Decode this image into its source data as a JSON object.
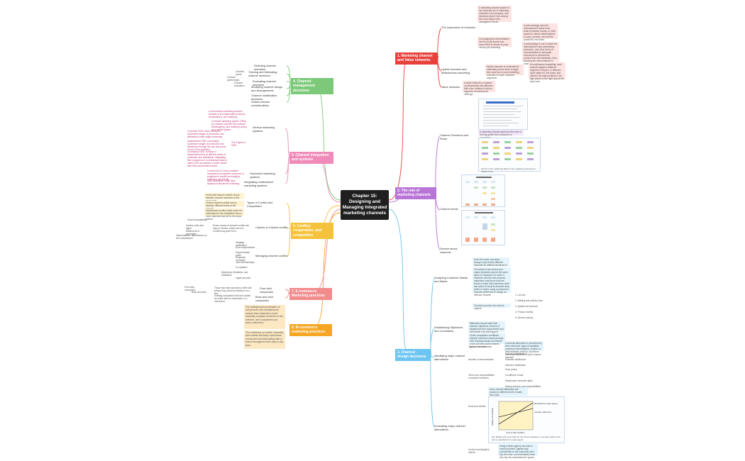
{
  "central": {
    "title": "Chapter 15: Designing and Managing Integrated marketing channels"
  },
  "colors": {
    "red": "#e8413c",
    "purple": "#b874d6",
    "blue": "#6cc4f0",
    "green": "#7dc97a",
    "pink": "#f08ab8",
    "yellow": "#f5c33b",
    "salmon": "#f28b8b",
    "orange": "#f5a623"
  },
  "branches": {
    "b1": {
      "label": "1. Marketing channel and Value networks",
      "subs": [
        "The importance of channels",
        "Hybrid channels and Multichannel marketing",
        "Value networks"
      ],
      "notes": [
        "A marketing channel system is the particular set of marketing channels a firm employs, and decisions about it are among the most critical ones management faces.",
        "In managing its intermediaries, the firm must decide how much effort to devote to push versus pull marketing.",
        "A push strategy uses the manufacturer's sales force, trade promotion money, or other means to induce intermediaries to carry, promote, and sell the product to end users.",
        "A pull strategy is one in which the manufacturer uses advertising, promotion, and other forms of communication to persuade consumers to demand the product from intermediaries, thus inducing the intermediaries to order it.",
        "Hybrid channels or multichannel marketing occurs when a single firm uses two or more marketing channels to reach customer segments.",
        "In multichannel marketing, each channel targets a different segment of buyers, or different need states for one buyer, and delivers the right products in the right places in the right way at the least cost.",
        "A value network is a system of partnerships and alliances that a firm creates to source, augment, and deliver its offerings."
      ]
    },
    "b2": {
      "label": "2. The role of marketing channels",
      "subs": [
        "Channel Functions and Flows",
        "Channel levels",
        "Service sector channels"
      ],
      "notes": [
        "A marketing channel performs the work of moving goods from producers to consumers."
      ],
      "figures": [
        "Fig 15.x Channel functions and flows",
        "Fig 15.x Five marketing flows in the marketing channel for forklift trucks"
      ]
    },
    "b3": {
      "label": "3. Channel - design decisions",
      "subs": [
        "Analyzing Customer Needs and Wants",
        "Establishing Objectives and Constraints",
        "Identifying major channel alternatives",
        "Evaluating major channel alternatives"
      ],
      "notes": [
        "Even the same consumer, though, may choose different channels for different functions in a purchase.",
        "The levels of the service and output channels may be the same types of customers; to reach a customer with the best channel, marketers must know both the levels of value that customers want and which of several channels they prefer to reach, using a customer's channel preference to design an effective channel.",
        "Channels produce five service outputs:",
        "Marketers should state their channel objectives in terms of targeted service output levels and associated cost and support levels.",
        "Under competitive conditions, channel members should arrange their functional tasks to minimize costs and still provide desired levels of service.",
        "Types of intermediaries",
        "A channel alternative is described by three elements: types of available business intermediaries, number of intermediaries needed, and terms and responsibilities of each channel member.",
        "Number of intermediaries",
        "Terms and responsibilities of channel members",
        "Economic criteria",
        "Each channel alternative will produce a different level of sales and costs.",
        "Control and Adaptive criteria",
        "Using a sales agency can pose a control problem. Agents may concentrate on the customers who buy the most, not necessarily those who buy the manufacturer's goods."
      ],
      "service_outputs": [
        "1. Lot size",
        "2. Waiting and delivery time",
        "3. Spatial convenience",
        "4. Product Variety",
        "5. Service backup"
      ],
      "number_items": [
        "Exclusive distribution",
        "Selective distribution",
        "Intensive distribution"
      ],
      "terms_items": [
        "Price policy",
        "Conditions of sale",
        "Distributors' territorial rights",
        "Mutual services and responsibilities"
      ],
      "figure_caption": "Fig. Break-even cost chart for the choice between a company sales force and a manufacturer's sales agent",
      "chart_data": {
        "type": "line",
        "series": [
          {
            "name": "Manufacturer's sales agency",
            "values": [
              [
                0,
                0.2
              ],
              [
                1,
                0.95
              ]
            ]
          },
          {
            "name": "Company sales force",
            "values": [
              [
                0,
                0.45
              ],
              [
                1,
                0.75
              ]
            ]
          }
        ],
        "xlabel": "Level of sales (Dollars)",
        "ylabel": "Selling costs (Dollars)"
      }
    },
    "b4": {
      "label": "4. Channel-management decisions",
      "subs": [
        "Selecting channel members",
        "Training and Motivating channel members",
        "Evaluating channel members",
        "Modifying channel design and arrangements",
        "Channel modification decisions",
        "Global channel considerations"
      ],
      "notes": [
        "Channel power",
        "Channel partnerships",
        "Channel evaluation"
      ]
    },
    "b5": {
      "label": "5. Channel integration and systems",
      "subs": [
        "Vertical marketing systems",
        "Horizontal marketing systems",
        "Integrating multichannel marketing systems"
      ],
      "notes": [
        "A conventional marketing channel consists of an independent producer, wholesaler(s), and retailer(s).",
        "A vertical marketing system (VMS), by contrast, includes the producer, wholesaler(s), and retailer(s) acting as a unified system.",
        "Corporate VMS: which combines successive stages of production and distribution under single ownership.",
        "The 3 types of VMS:",
        "Administered VMS: coordinates successive stages of production and distribution through the size and power of one of the members.",
        "Contractual VMS: consists of independent firms at different levels of production and distribution, integrating their programs on a contractual basis to obtain more economies or sales impact than they could achieve alone.",
        "In which two or more unrelated companies put together resources or programs to exploit an emerging marketing opportunity.",
        "Most companies today have adopted multichannel marketing."
      ]
    },
    "b6": {
      "label": "6. Conflict, cooperation, and competition",
      "subs": [
        "Types of Conflict and Competition",
        "Causes of channel conflict",
        "Managing channel conflict"
      ],
      "notes": [
        "Horizontal channel conflict occurs between channel members at the same level.",
        "Vertical channel conflict occurs between different levels of the channel.",
        "Multichannel conflict exists when the manufacturer has established two or more channels that sell to the same market.",
        "Goal incompatibility",
        "Unclear roles and rights",
        "Differences in perception",
        "Intermediaries' dependence on the manufacturer",
        "Some causes of channel conflict are easy to resolve, others are not. Conflict may arise from:",
        "Strategic justification",
        "Dual compensation",
        "Superordinate goals",
        "Employee exchange",
        "Joint memberships",
        "Co-optation",
        "Diplomacy, Mediation, and Arbitration",
        "Legal recourse"
      ]
    },
    "b7": {
      "label": "7. E-commerce Marketing practices",
      "subs": [
        "Pure-click companies",
        "Brick and click companies"
      ],
      "notes": [
        "Pure-click companies",
        "Brick-and-click",
        "Those that have launched a Web site without any previous existence as a firm.",
        "Existing companies that have added an online site for information or e-commerce."
      ]
    },
    "b8": {
      "label": "8. M-commerce marketing practices",
      "notes": [
        "The widespread penetration of cell phones and smartphones means that customers could instantly compare products to the Internet, and companies can track customers.",
        "The existence of mobile channels and mobile will keep consumers connected and interacting with a brand throughout their day-to-day lives."
      ]
    }
  }
}
